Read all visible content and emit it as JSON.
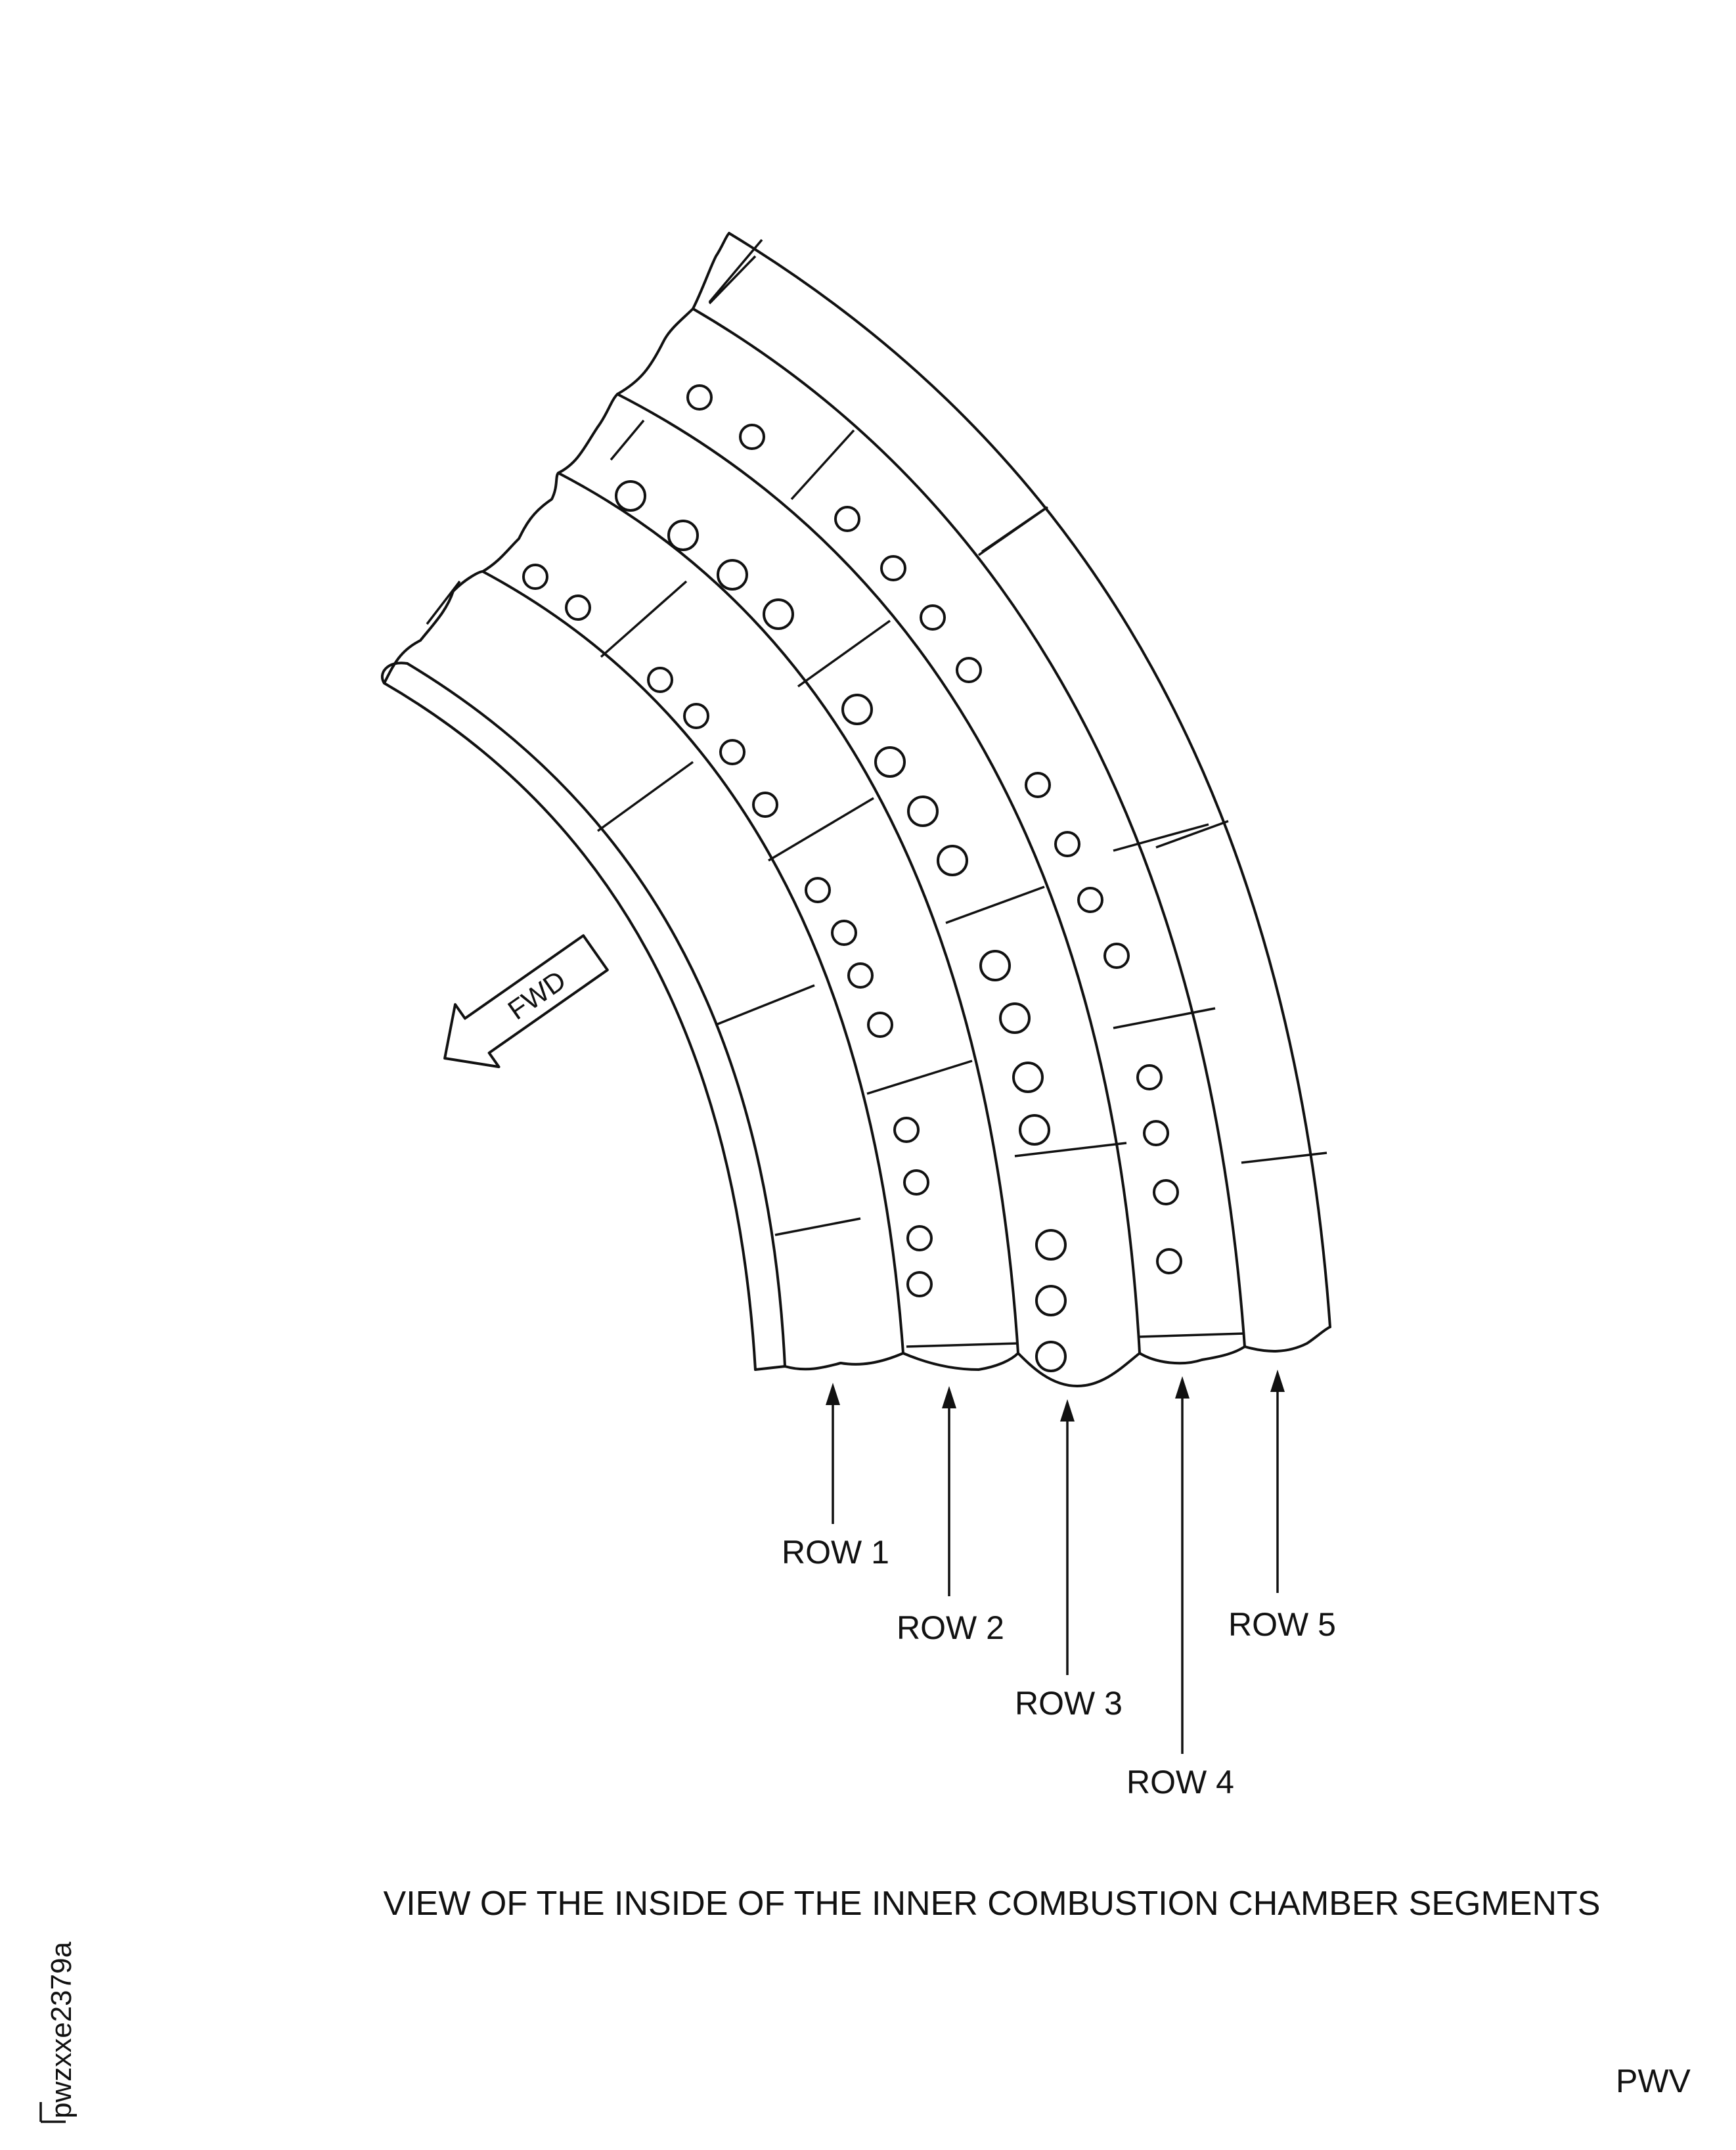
{
  "figure": {
    "caption": "VIEW OF THE INSIDE OF THE INNER COMBUSTION CHAMBER SEGMENTS",
    "corner_code": "PWV",
    "figure_id": "pwzxxe2379a",
    "direction_label": "FWD"
  },
  "rows": [
    {
      "label": "ROW 1"
    },
    {
      "label": "ROW 2"
    },
    {
      "label": "ROW 3"
    },
    {
      "label": "ROW 4"
    },
    {
      "label": "ROW 5"
    }
  ]
}
